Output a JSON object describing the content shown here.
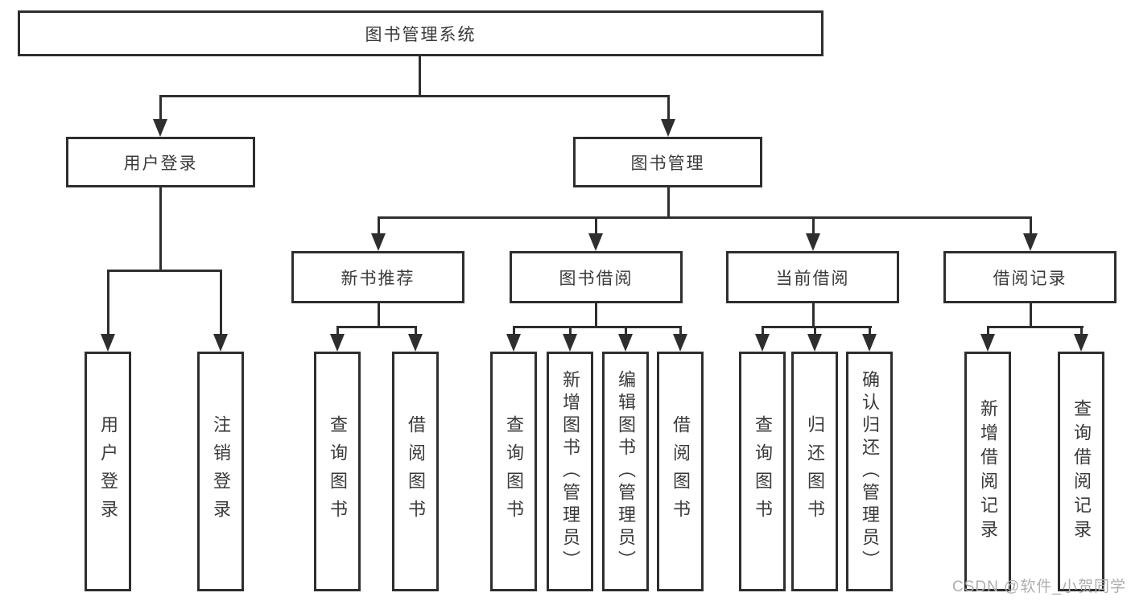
{
  "diagram_title": "图书管理系统",
  "nodes": {
    "root": {
      "label": "图书管理系统"
    },
    "level2": [
      {
        "label": "用户登录"
      },
      {
        "label": "图书管理"
      }
    ],
    "level3": [
      {
        "label": "新书推荐"
      },
      {
        "label": "图书借阅"
      },
      {
        "label": "当前借阅"
      },
      {
        "label": "借阅记录"
      }
    ],
    "leaves_user_login": [
      {
        "label": "用户登录"
      },
      {
        "label": "注销登录"
      }
    ],
    "leaves_new_book": [
      {
        "label": "查询图书"
      },
      {
        "label": "借阅图书"
      }
    ],
    "leaves_book_borrow": [
      {
        "label": "查询图书"
      },
      {
        "label": "新增图书（管理员）"
      },
      {
        "label": "编辑图书（管理员）"
      },
      {
        "label": "借阅图书"
      }
    ],
    "leaves_current_borrow": [
      {
        "label": "查询图书"
      },
      {
        "label": "归还图书"
      },
      {
        "label": "确认归还（管理员）"
      }
    ],
    "leaves_borrow_records": [
      {
        "label": "新增借阅记录"
      },
      {
        "label": "查询借阅记录"
      }
    ]
  },
  "watermark": "CSDN @软件_小贺同学",
  "colors": {
    "line": "#2e2e2e",
    "text": "#3a3a3a",
    "watermark": "#aeaeae"
  }
}
